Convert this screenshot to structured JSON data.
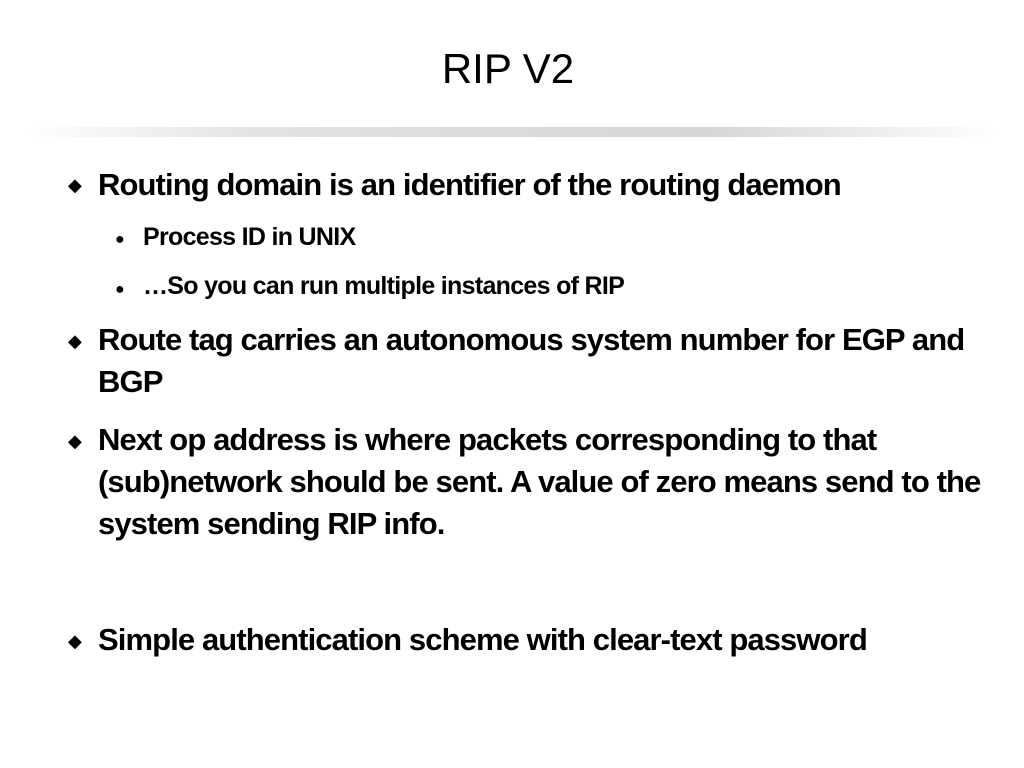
{
  "slide": {
    "title": "RIP V2",
    "bullets": [
      {
        "text": "Routing domain is an identifier of the routing daemon",
        "level": 1
      },
      {
        "text": "Process ID in UNIX",
        "level": 2
      },
      {
        "text": "…So you can run multiple instances of RIP",
        "level": 2
      },
      {
        "text": "Route tag carries an autonomous system number for EGP and BGP",
        "level": 1
      },
      {
        "text": "Next op address is where packets corresponding to that (sub)network should be sent. A value of zero means send to the system sending RIP info.",
        "level": 1
      },
      {
        "text": "Simple authentication scheme with clear-text password",
        "level": 1
      }
    ],
    "markers": {
      "level1": "◆",
      "level2": "●"
    }
  }
}
